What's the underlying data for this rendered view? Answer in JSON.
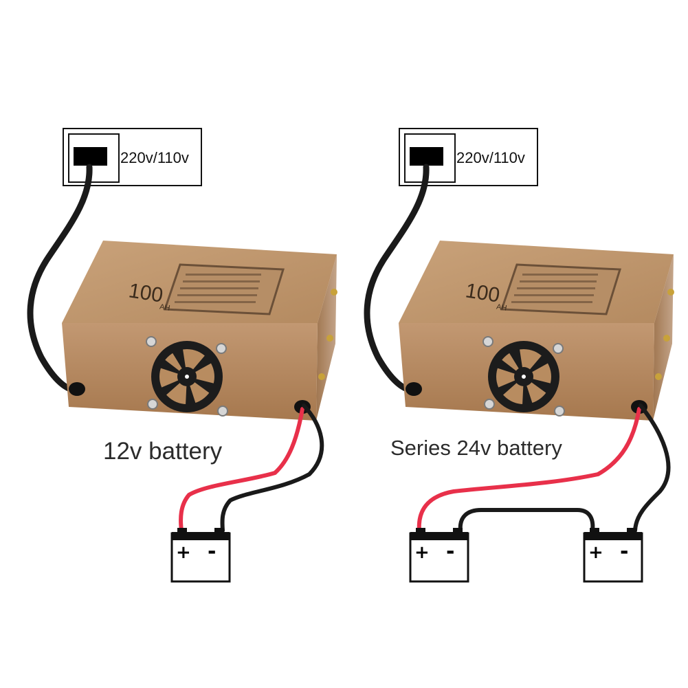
{
  "left_panel": {
    "socket_label": "220v/110v",
    "charger_label": "100",
    "charger_unit": "AH",
    "caption": "12v battery",
    "batteries": [
      {
        "plus": "+",
        "minus": "-"
      }
    ]
  },
  "right_panel": {
    "socket_label": "220v/110v",
    "charger_label": "100",
    "charger_unit": "AH",
    "caption": "Series 24v battery",
    "batteries": [
      {
        "plus": "+",
        "minus": "-"
      },
      {
        "plus": "+",
        "minus": "-"
      }
    ]
  },
  "colors": {
    "charger_body": "#b58a5e",
    "charger_top": "#c49a6c",
    "charger_side": "#a27a52",
    "cable_black": "#1a1a1a",
    "cable_red": "#e8304a",
    "fan": "#1c1c1c"
  }
}
